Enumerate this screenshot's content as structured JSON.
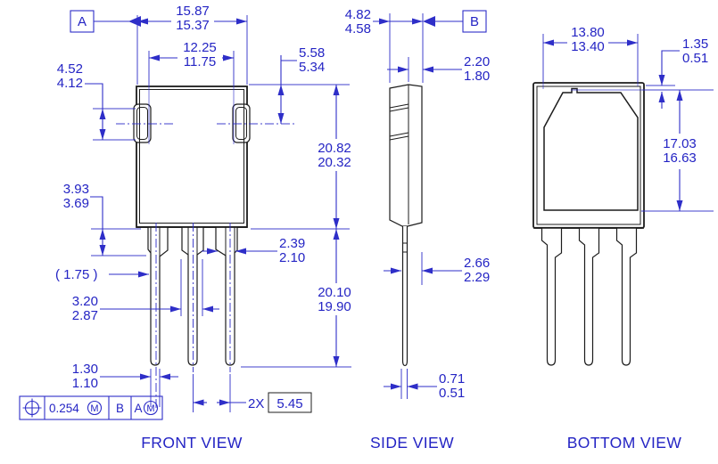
{
  "labels": {
    "front": "FRONT VIEW",
    "side": "SIDE VIEW",
    "bottom": "BOTTOM VIEW"
  },
  "datums": {
    "a": "A",
    "b": "B"
  },
  "colors": {
    "dimension_blue": "#2e2ec8",
    "outline_black": "#1c1c1c",
    "background": "#ffffff"
  },
  "dims": {
    "overall_width": {
      "max": "15.87",
      "min": "15.37"
    },
    "notch_spacing": {
      "max": "12.25",
      "min": "11.75"
    },
    "notch_height": {
      "max": "4.52",
      "min": "4.12"
    },
    "top_to_notch_center": {
      "max": "5.58",
      "min": "5.34"
    },
    "body_length": {
      "max": "20.82",
      "min": "20.32"
    },
    "neck_length": {
      "max": "3.93",
      "min": "3.69"
    },
    "lead_shoulder_width": {
      "max": "2.39",
      "min": "2.10"
    },
    "lead_offset_ref": "( 1.75 )",
    "lead_base_width": {
      "max": "3.20",
      "min": "2.87"
    },
    "lead_length": {
      "max": "20.10",
      "min": "19.90"
    },
    "lead_width": {
      "max": "1.30",
      "min": "1.10"
    },
    "lead_pitch": {
      "prefix": "2X",
      "value": "5.45"
    },
    "body_thickness": {
      "max": "4.82",
      "min": "4.58"
    },
    "tab_thickness": {
      "max": "2.20",
      "min": "1.80"
    },
    "lead_setback": {
      "max": "2.66",
      "min": "2.29"
    },
    "lead_thickness": {
      "max": "0.71",
      "min": "0.51"
    },
    "pad_width": {
      "max": "13.80",
      "min": "13.40"
    },
    "pad_top_offset": {
      "max": "1.35",
      "min": "0.51"
    },
    "pad_length": {
      "max": "17.03",
      "min": "16.63"
    }
  },
  "fcf": {
    "symbol": "true-position",
    "tolerance": "0.254",
    "modifier": "M",
    "primary_datum": "B",
    "secondary_datum": "A",
    "secondary_modifier": "M"
  }
}
